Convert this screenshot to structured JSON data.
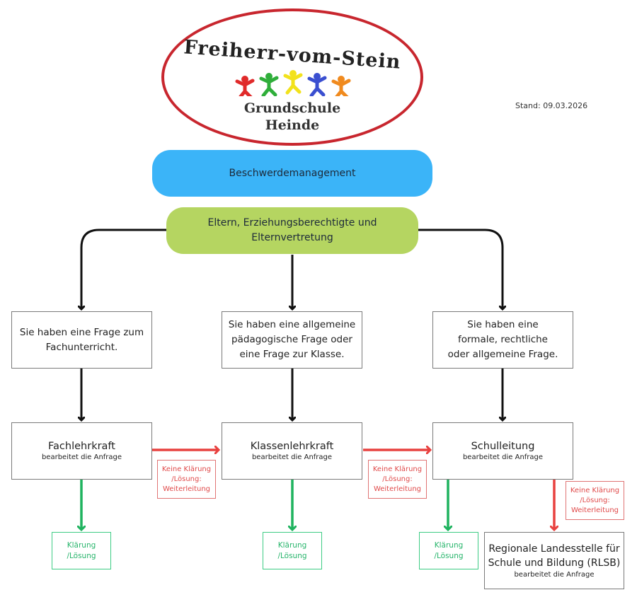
{
  "logo": {
    "school_name_line1": "Freiherr-vom-Stein",
    "school_name_line2": "Grundschule",
    "school_name_line3": "Heinde",
    "kids_colors": [
      "#e02a2a",
      "#2fae3a",
      "#f2e21c",
      "#3a4fd0",
      "#f08a1e"
    ],
    "border_color": "#c8262e"
  },
  "stand": "Stand: 09.03.2026",
  "title": "Beschwerdemanagement",
  "audience": "Eltern, Erziehungsberechtigte und Elternvertretung",
  "questions": [
    "Sie haben eine Frage zum Fachunterricht.",
    "Sie haben eine allgemeine pädagogische Frage oder eine Frage zur Klasse.",
    "Sie haben eine formale, rechtliche oder allgemeine Frage."
  ],
  "handlers": [
    {
      "title": "Fachlehrkraft",
      "subtitle": "bearbeitet die Anfrage"
    },
    {
      "title": "Klassenlehrkraft",
      "subtitle": "bearbeitet die Anfrage"
    },
    {
      "title": "Schulleitung",
      "subtitle": "bearbeitet die Anfrage"
    }
  ],
  "escalation_label": "Keine Klärung /Lösung: Weiterleitung",
  "resolution_label": "Klärung /Lösung",
  "final_authority": {
    "title": "Regionale Landesstelle für Schule und Bildung (RLSB)",
    "subtitle": "bearbeitet die Anfrage"
  },
  "colors": {
    "title_bg": "#3bb4f8",
    "audience_bg": "#b5d561",
    "escalation": "#e8413f",
    "resolution": "#1fb35f",
    "connector": "#111111"
  }
}
